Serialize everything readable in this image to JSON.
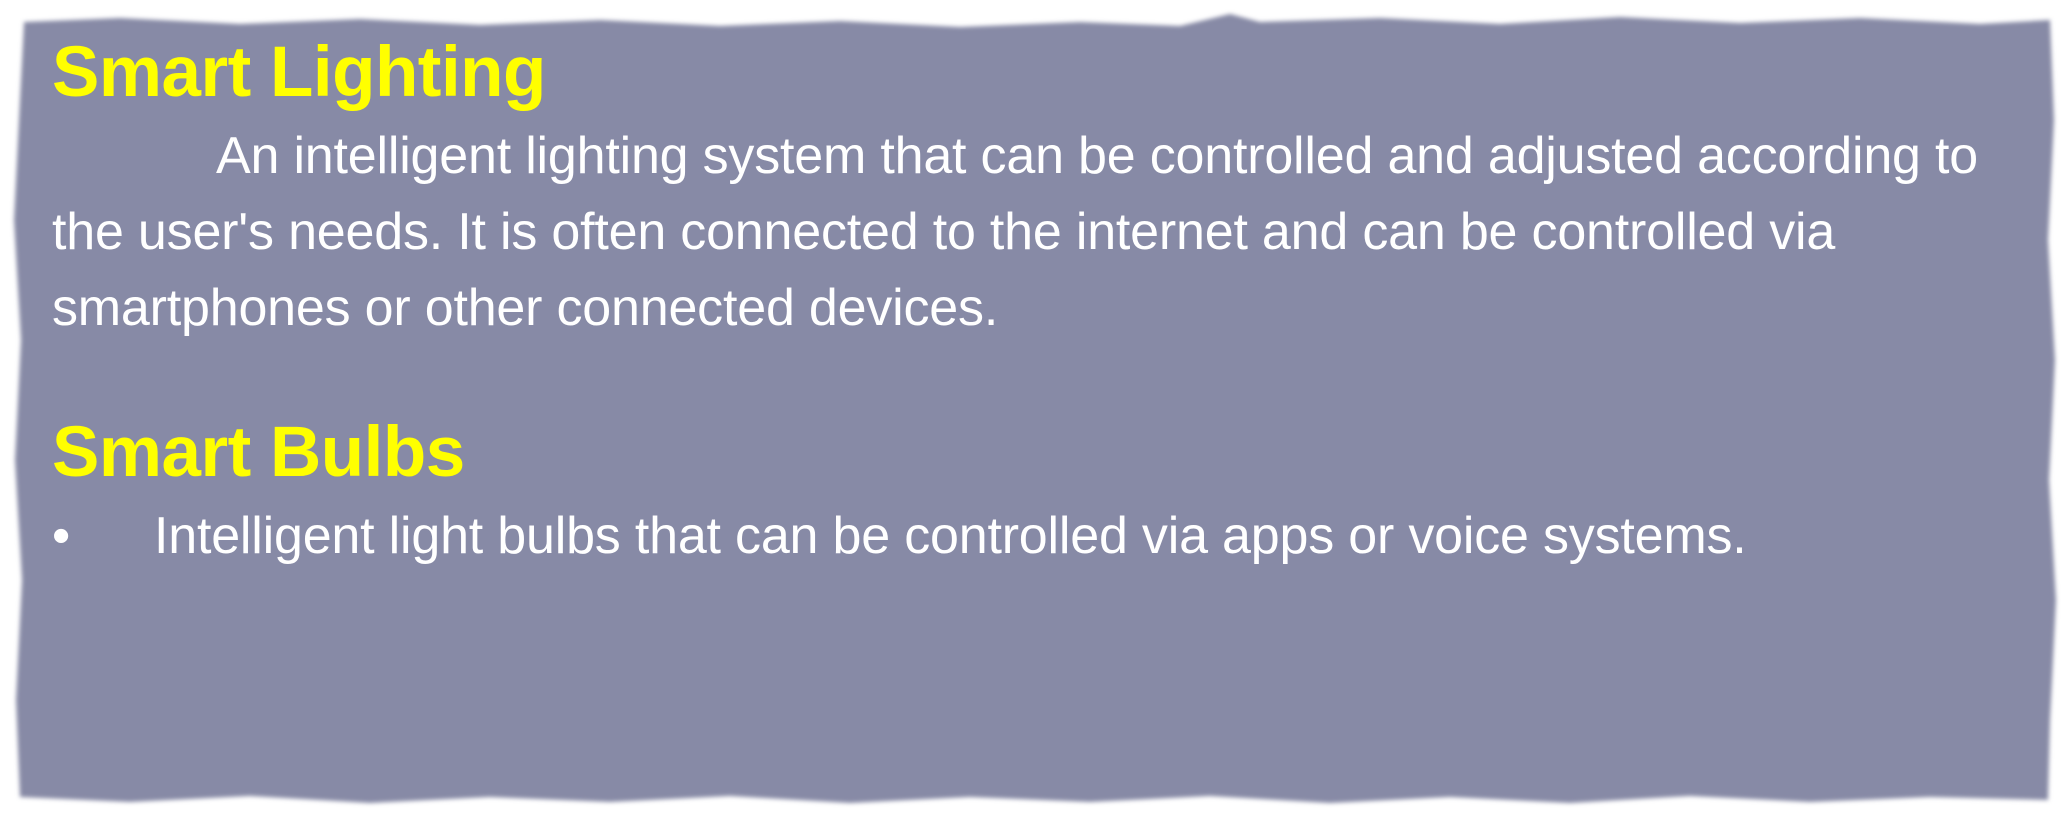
{
  "colors": {
    "panel_background": "#878aa6",
    "heading_text": "#ffff00",
    "body_text": "#ffffff"
  },
  "sections": [
    {
      "heading": "Smart Lighting",
      "paragraph": "An intelligent lighting system that can be controlled and adjusted according to the user's needs. It is often connected to the internet and can be controlled via smartphones or other connected devices."
    },
    {
      "heading": "Smart Bulbs",
      "bullets": [
        {
          "marker": "•",
          "text": "Intelligent light bulbs that can be controlled via apps or voice systems."
        }
      ]
    }
  ]
}
